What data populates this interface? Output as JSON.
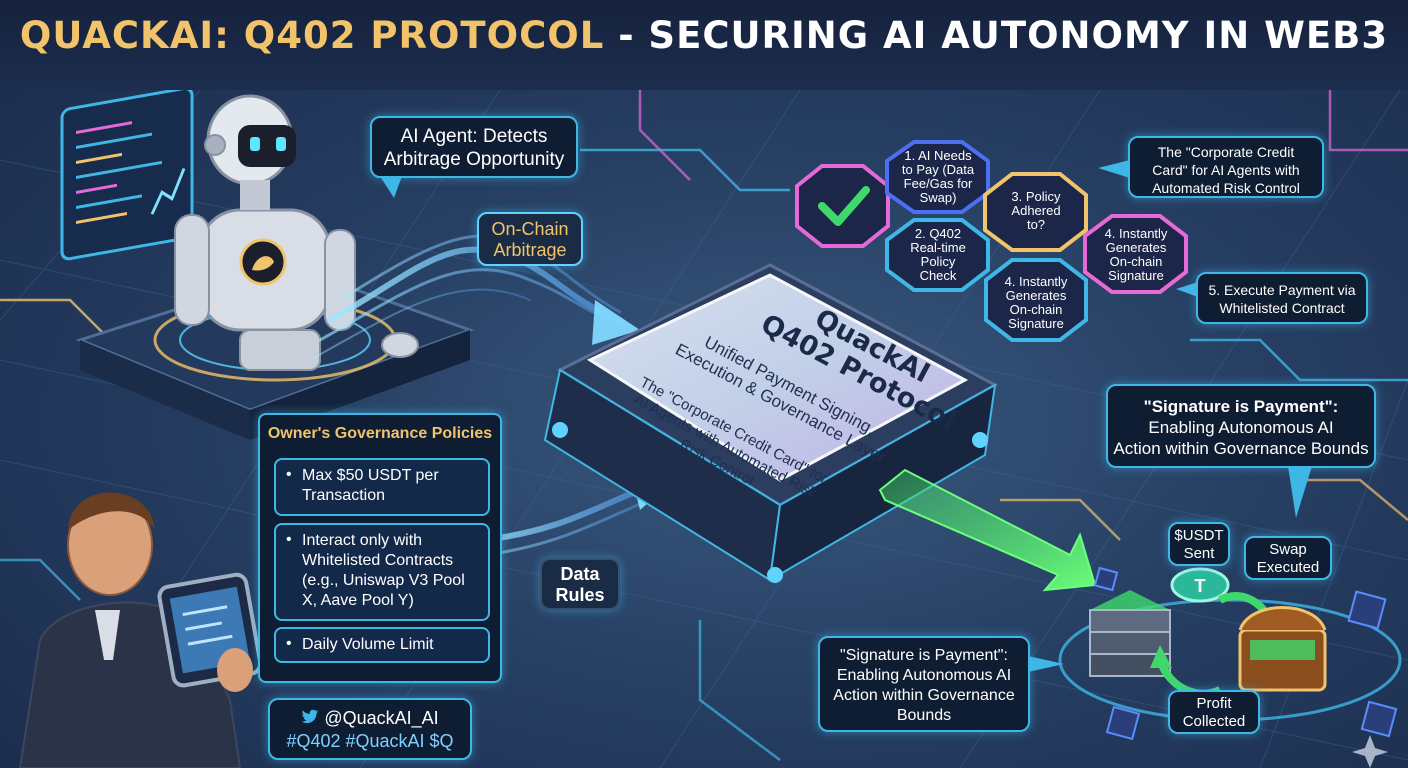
{
  "title": {
    "part1": "QUACKAI: Q402 PROTOCOL",
    "part2": " - SECURING AI AUTONOMY IN WEB3"
  },
  "agent_bubble": {
    "line1": "AI Agent: Detects",
    "line2": "Arbitrage Opportunity"
  },
  "onchain_label": {
    "line1": "On-Chain",
    "line2": "Arbitrage"
  },
  "data_rules_label": {
    "line1": "Data",
    "line2": "Rules"
  },
  "protocol": {
    "name_line1": "QuackAI",
    "name_line2": "Q402 Protocol",
    "sub_line1": "Unified Payment Signing,",
    "sub_line2": "Execution & Governance Layer",
    "desc_line1": "The \"Corporate Credit Card\" for",
    "desc_line2": "AI Agents with Automated Risk",
    "desc_line3": "Risk Control"
  },
  "hexagons": [
    {
      "lines": [
        "1. AI Needs",
        "to Pay (Data",
        "Fee/Gas for",
        "Swap)"
      ],
      "color": "#4d6ff2"
    },
    {
      "lines": [
        "2. Q402",
        "Real-time",
        "Policy",
        "Check"
      ],
      "color": "#3fb7e6"
    },
    {
      "lines": [
        "3. Policy",
        "Adhered",
        "to?"
      ],
      "color": "#f1c36a"
    },
    {
      "lines": [
        "4. Instantly",
        "Generates",
        "On-chain",
        "Signature"
      ],
      "color": "#3fb7e6"
    },
    {
      "lines": [
        "4. Instantly",
        "Generates",
        "On-chain",
        "Signature"
      ],
      "color": "#e56ad8"
    }
  ],
  "credit_card_bubble": {
    "line1": "The \"Corporate Credit",
    "line2": "Card\" for AI Agents with",
    "line3": "Automated Risk Control"
  },
  "execute_bubble": {
    "line1": "5. Execute Payment via",
    "line2": "Whitelisted Contract"
  },
  "signature_bubble_top": {
    "line1": "\"Signature is Payment\":",
    "line2": "Enabling Autonomous AI",
    "line3": "Action within Governance Bounds"
  },
  "signature_bubble_bottom": {
    "line1": "\"Signature is Payment\":",
    "line2": "Enabling Autonomous AI",
    "line3": "Action within Governance",
    "line4": "Bounds"
  },
  "governance": {
    "title": "Owner's Governance Policies",
    "item1_l1": "Max $50 USDT per",
    "item1_l2": "Transaction",
    "item2_l1": "Interact only with",
    "item2_l2": "Whitelisted Contracts",
    "item2_l3": "(e.g., Uniswap V3 Pool",
    "item2_l4": "X, Aave Pool Y)",
    "item3": "Daily Volume Limit"
  },
  "social": {
    "handle": "@QuackAI_AI",
    "tags": "#Q402 #QuackAI $Q"
  },
  "flow_labels": {
    "usdt_line1": "$USDT",
    "usdt_line2": "Sent",
    "swap_line1": "Swap",
    "swap_line2": "Executed",
    "profit_line1": "Profit",
    "profit_line2": "Collected"
  },
  "colors": {
    "gold": "#f1c36a",
    "cyan": "#3fb7e6",
    "panel": "#0f1d33",
    "green": "#3fd86a",
    "pink": "#e56ad8"
  }
}
